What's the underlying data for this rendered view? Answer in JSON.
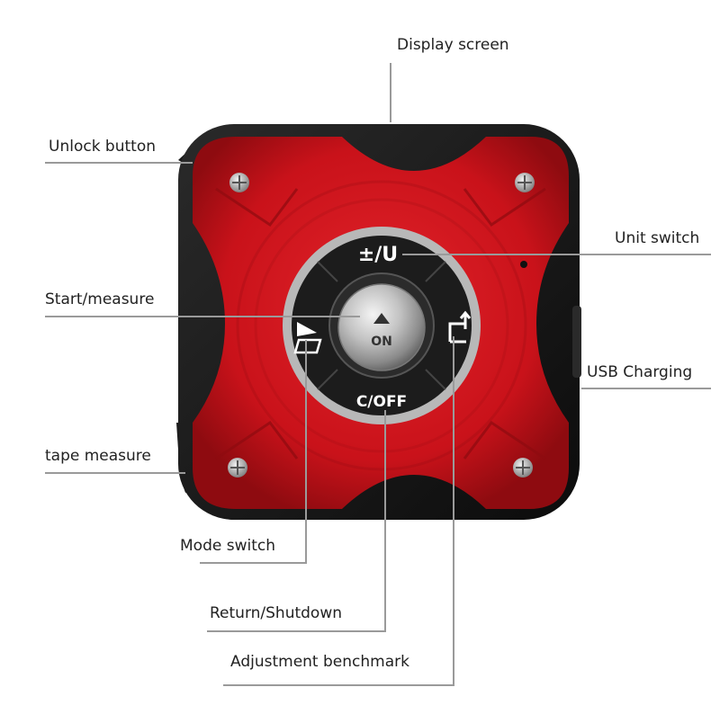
{
  "labels": {
    "display_screen": "Display screen",
    "unlock_button": "Unlock button",
    "unit_switch": "Unit switch",
    "start_measure": "Start/measure",
    "usb_charging": "USB Charging",
    "tape_measure": "tape measure",
    "mode_switch": "Mode switch",
    "return_shutdown": "Return/Shutdown",
    "adjustment_benchmark": "Adjustment benchmark"
  },
  "device": {
    "top_button": "±/U",
    "bottom_button": "C/OFF",
    "center_button": "ON",
    "left_button_icon": "mode-triangle-icon",
    "right_button_icon": "benchmark-corner-icon",
    "colors": {
      "body_red": "#d4141a",
      "body_black": "#151515",
      "ring_gray": "#b5b5b5",
      "button_black": "#1c1c1c",
      "metal": "#c8c8c8",
      "leader_line": "#9a9a9a"
    }
  }
}
